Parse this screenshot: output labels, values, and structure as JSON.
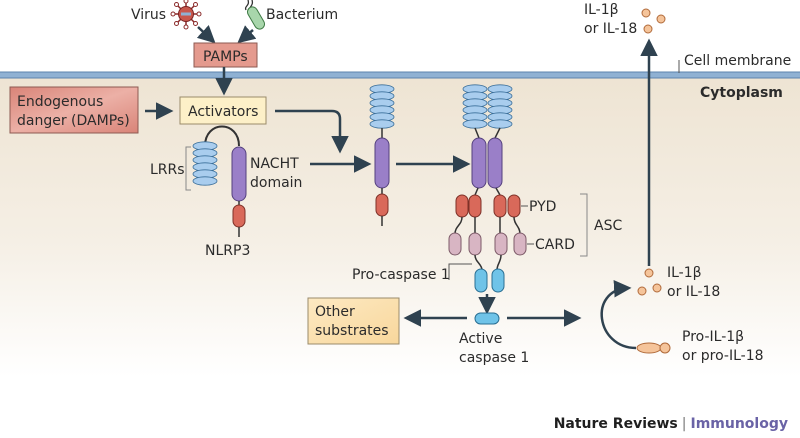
{
  "labels": {
    "virus": "Virus",
    "bacterium": "Bacterium",
    "pamps": "PAMPs",
    "damps_line1": "Endogenous",
    "damps_line2": "danger (DAMPs)",
    "activators": "Activators",
    "lrrs": "LRRs",
    "nacht_line1": "NACHT",
    "nacht_line2": "domain",
    "nlrp3": "NLRP3",
    "pyd": "PYD",
    "card": "CARD",
    "asc": "ASC",
    "pro_caspase": "Pro-caspase 1",
    "other_line1": "Other",
    "other_line2": "substrates",
    "active_line1": "Active",
    "active_line2": "caspase 1",
    "il_inner_line1": "IL-1β",
    "il_inner_line2": "or IL-18",
    "pro_il_line1": "Pro-IL-1β",
    "pro_il_line2": "or pro-IL-18",
    "il_outer_line1": "IL-1β",
    "il_outer_line2": "or IL-18",
    "cell_membrane": "Cell membrane",
    "cytoplasm": "Cytoplasm"
  },
  "footer": {
    "journal": "Nature Reviews",
    "separator": "|",
    "section": "Immunology"
  },
  "colors": {
    "membrane": "#8fb1d3",
    "cytoplasm": "#efe6d6",
    "arrow": "#2f4250",
    "pamps_box": "#e49a8e",
    "activator_box": "#fdf0c8",
    "lrr": "#a9cdee",
    "nacht": "#9a7fc8",
    "pyd": "#d9695a",
    "card": "#d8b5c3",
    "caspase": "#6fc3e8",
    "il": "#f5c49a"
  }
}
